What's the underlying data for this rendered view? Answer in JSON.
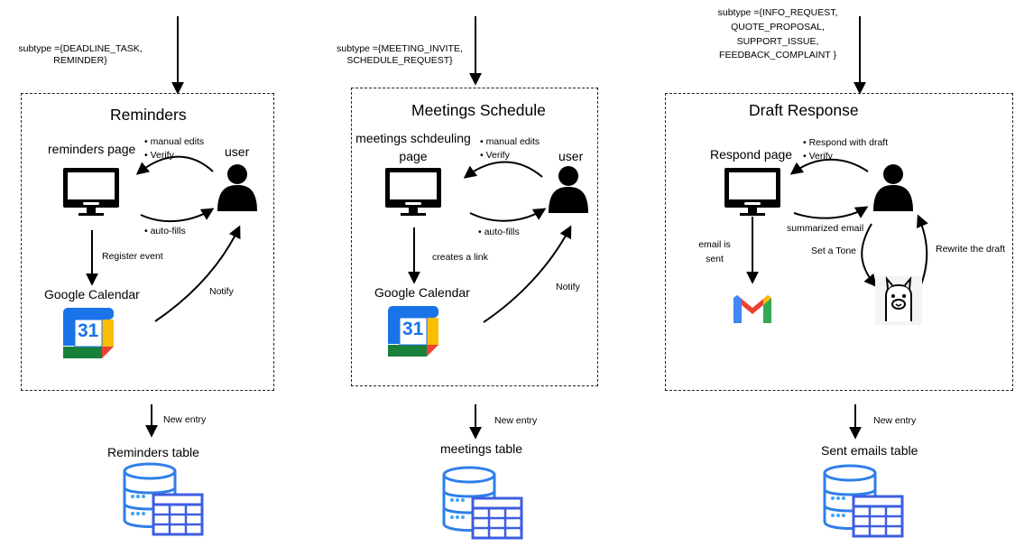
{
  "panels": [
    {
      "subtype_label": "subtype ={DEADLINE_TASK,\nREMINDER}",
      "title": "Reminders",
      "page_label": "reminders page",
      "user_label": "user",
      "notes": [
        "manual edits",
        "Verify"
      ],
      "autofill": "auto-fills",
      "action_label": "Register event",
      "service_label": "Google Calendar",
      "notify_label": "Notify",
      "entry_label": "New entry",
      "table_label": "Reminders table"
    },
    {
      "subtype_label": "subtype ={MEETING_INVITE,\nSCHEDULE_REQUEST}",
      "title": "Meetings Schedule",
      "page_label": "meetings schdeuling\npage",
      "user_label": "user",
      "notes": [
        "manual edits",
        "Verify"
      ],
      "autofill": "auto-fills",
      "action_label": "creates a link",
      "service_label": "Google Calendar",
      "notify_label": "Notify",
      "entry_label": "New entry",
      "table_label": "meetings table"
    },
    {
      "subtype_label": "subtype ={INFO_REQUEST,\nQUOTE_PROPOSAL,\nSUPPORT_ISSUE,\nFEEDBACK_COMPLAINT }",
      "title": "Draft Response",
      "page_label": "Respond page",
      "user_label": "",
      "notes": [
        "Respond with draft",
        "Verify"
      ],
      "summary_label": "summarized email",
      "action_label": "email is\nsent",
      "tone_label": "Set a Tone",
      "rewrite_label": "Rewrite the draft",
      "entry_label": "New entry",
      "table_label": "Sent emails table"
    }
  ],
  "icons": {
    "monitor": "monitor-icon",
    "user": "user-icon",
    "calendar": "google-calendar-icon",
    "calendar_day": "31",
    "gmail": "gmail-icon",
    "llama": "llama-icon",
    "database": "database-table-icon"
  },
  "colors": {
    "line": "#000000",
    "box_border": "#222222",
    "db_blue": "#2f7fe8",
    "db_light": "#42a5f5",
    "db_table": "#3f5de0",
    "cal_blue": "#1a73e8",
    "cal_green": "#188038",
    "cal_yellow": "#fbbc04",
    "cal_red": "#ea4335",
    "gmail_red": "#ea4335",
    "gmail_blue": "#4285f4",
    "gmail_green": "#34a853",
    "gmail_yellow": "#fbbc04"
  }
}
